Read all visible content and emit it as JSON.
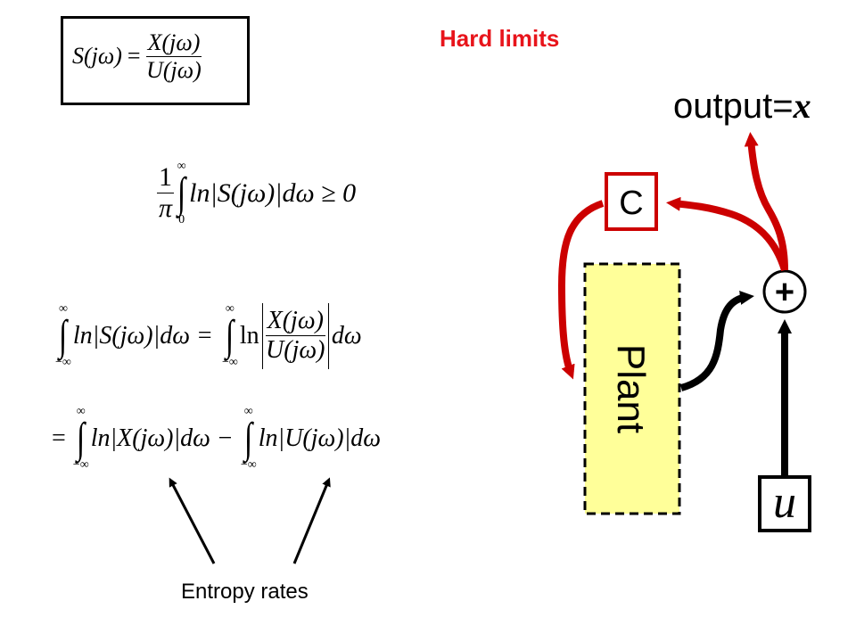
{
  "title": "Hard limits",
  "eq_definition": {
    "lhs": "S(jω)",
    "num": "X(jω)",
    "den": "U(jω)"
  },
  "eq_bode": {
    "coef_num": "1",
    "coef_den": "π",
    "upper": "∞",
    "lower": "0",
    "body": "ln|S(jω)|dω ≥ 0"
  },
  "eq_expand1": {
    "upper": "∞",
    "lower": "−∞",
    "lhs_body": "ln|S(jω)|dω =",
    "rhs_ln": "ln",
    "num": "X(jω)",
    "den": "U(jω)",
    "rhs_tail": "dω"
  },
  "eq_expand2": {
    "eq": "=",
    "upper": "∞",
    "lower": "−∞",
    "term1": "ln|X(jω)|dω −",
    "term2": "ln|U(jω)|dω"
  },
  "entropy_label": "Entropy rates",
  "diagram": {
    "output_prefix": "output=",
    "output_var": "x",
    "controller": "C",
    "plant": "Plant",
    "sum": "+",
    "input": "u",
    "colors": {
      "red_arrow": "#cc0000",
      "title_red": "#e8141b",
      "plant_fill": "#ffff99",
      "black": "#000000"
    }
  }
}
